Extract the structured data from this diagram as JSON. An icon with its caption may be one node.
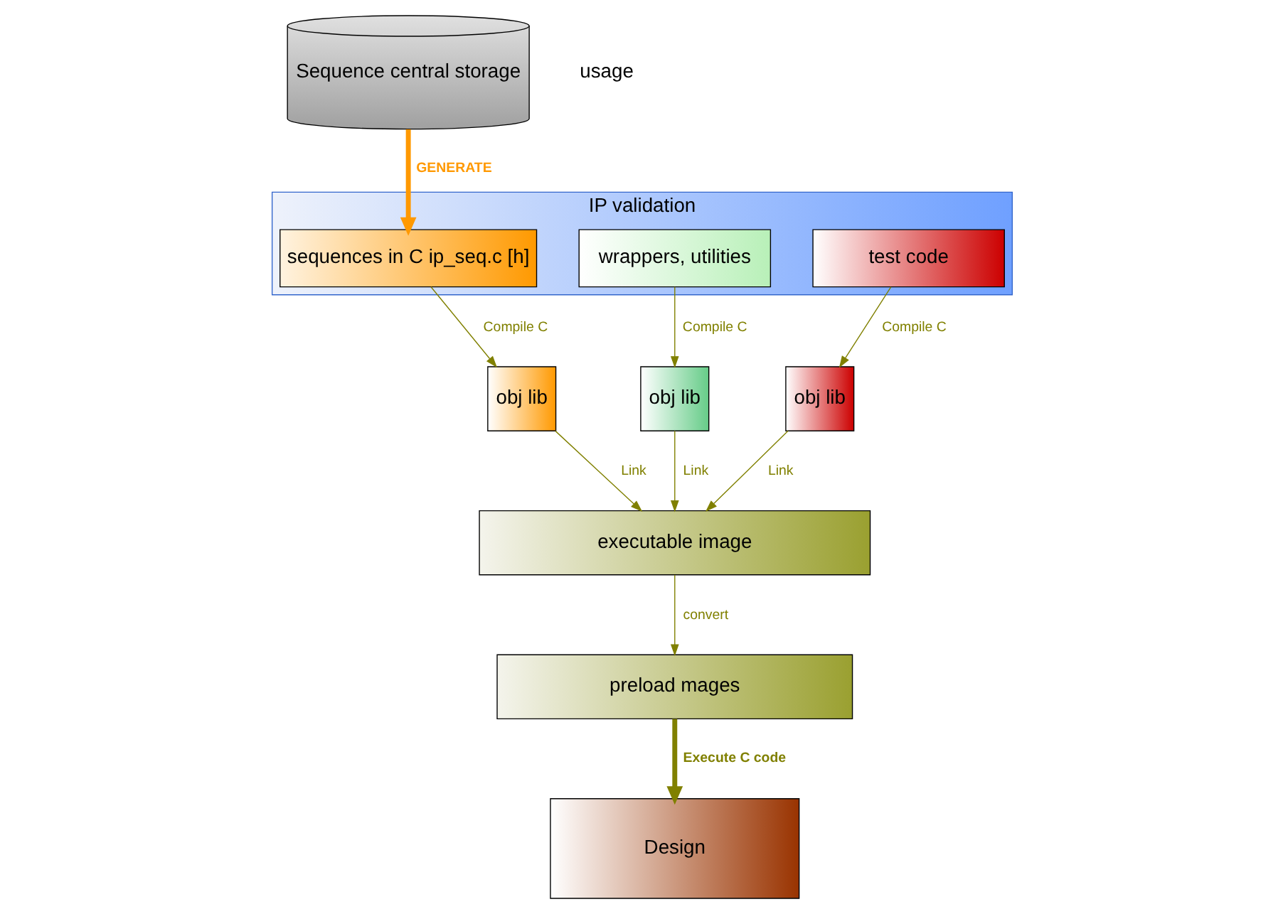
{
  "diagram": {
    "nodes": [
      {
        "text": [
          "Sequence central storage"
        ]
      },
      {
        "text": [
          "IP validation"
        ]
      },
      {
        "text": [
          "sequences in C ip_seq.c [h]"
        ],
        "in": 1
      },
      {
        "text": [
          "wrappers, utilities"
        ],
        "in": 1
      },
      {
        "text": [
          "test code"
        ],
        "in": 1
      },
      {
        "text": [
          "obj lib"
        ]
      },
      {
        "text": [
          "obj lib"
        ]
      },
      {
        "text": [
          "obj lib"
        ]
      },
      {
        "text": [
          "executable image"
        ]
      },
      {
        "text": [
          "preload mages"
        ]
      },
      {
        "text": [
          "Design"
        ]
      }
    ],
    "edges": [
      {
        "from": 0,
        "to": 2,
        "arrow": "to",
        "label": "GENERATE",
        "style": "thick",
        "color": "#ff9900"
      },
      {
        "from": 2,
        "to": 5,
        "arrow": "to",
        "label": "Compile C"
      },
      {
        "from": 3,
        "to": 6,
        "arrow": "to",
        "label": "Compile C"
      },
      {
        "from": 4,
        "to": 7,
        "arrow": "to",
        "label": "Compile C"
      },
      {
        "from": 5,
        "to": 8,
        "arrow": "to",
        "label": "Link"
      },
      {
        "from": 6,
        "to": 8,
        "arrow": "to",
        "label": "Link"
      },
      {
        "from": 7,
        "to": 8,
        "arrow": "to",
        "label": "Link"
      },
      {
        "from": 8,
        "to": 9,
        "arrow": "to",
        "label": "convert"
      },
      {
        "from": 9,
        "to": 10,
        "arrow": "to",
        "label": "Execute C code",
        "style": "thick"
      }
    ],
    "labels": [
      "usage"
    ]
  }
}
